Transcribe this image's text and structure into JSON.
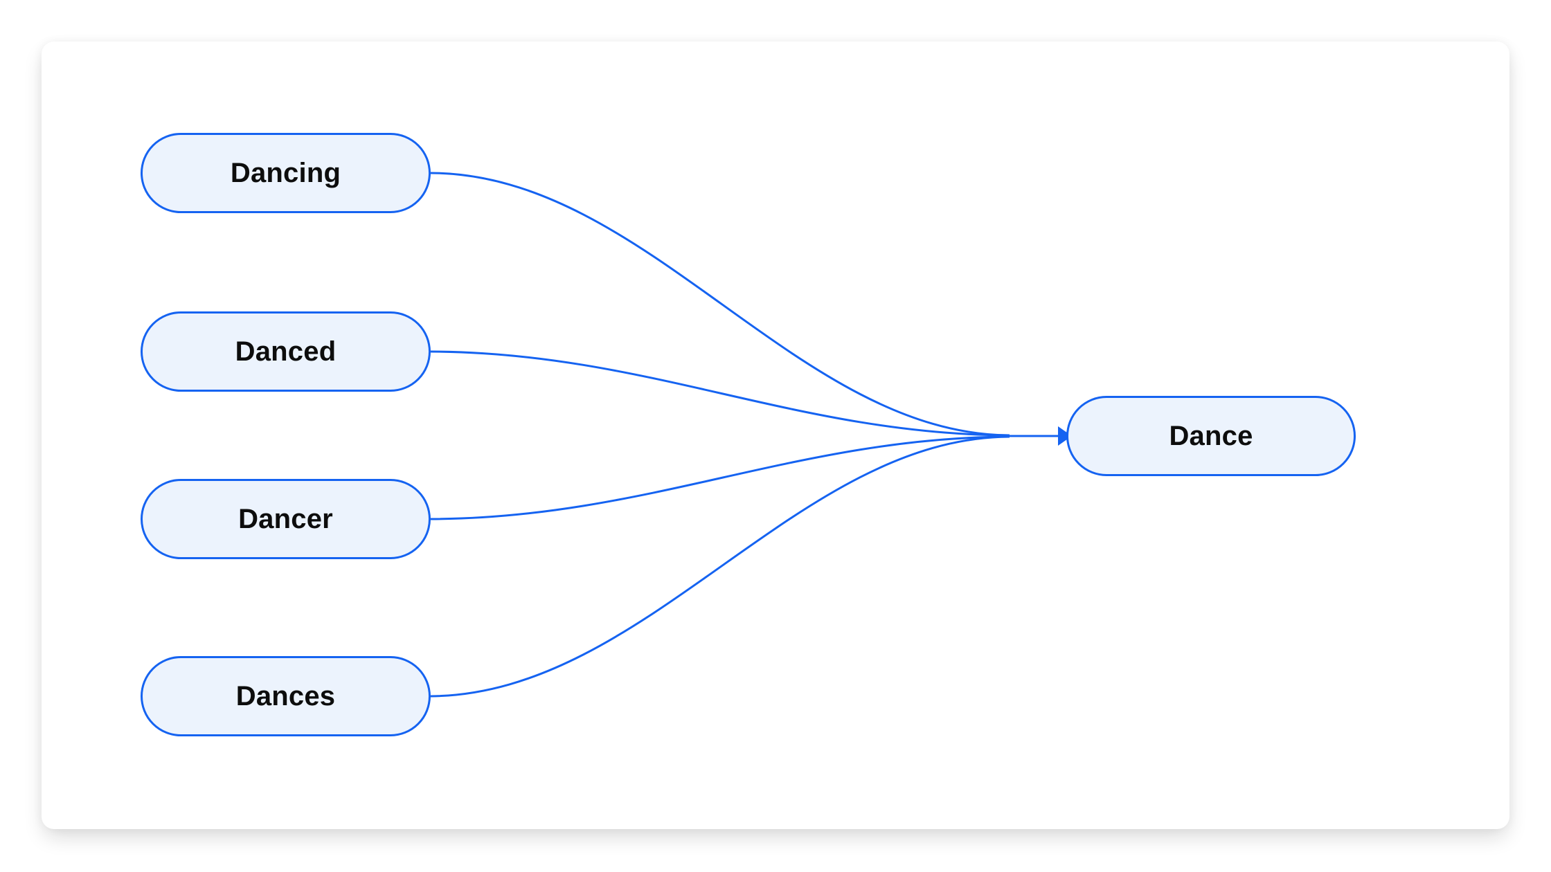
{
  "diagram": {
    "source_nodes": [
      {
        "label": "Dancing"
      },
      {
        "label": "Danced"
      },
      {
        "label": "Dancer"
      },
      {
        "label": "Dances"
      }
    ],
    "target_node": {
      "label": "Dance"
    },
    "edges": [
      {
        "from": "Dancing",
        "to": "Dance"
      },
      {
        "from": "Danced",
        "to": "Dance"
      },
      {
        "from": "Dancer",
        "to": "Dance"
      },
      {
        "from": "Dances",
        "to": "Dance"
      }
    ],
    "colors": {
      "node_fill": "#ecf3fd",
      "node_border": "#1563f1",
      "edge": "#1563f1",
      "arrow": "#1563f1",
      "label_text": "#0d0d0d",
      "card_background": "#ffffff",
      "page_background": "#ffffff"
    }
  }
}
